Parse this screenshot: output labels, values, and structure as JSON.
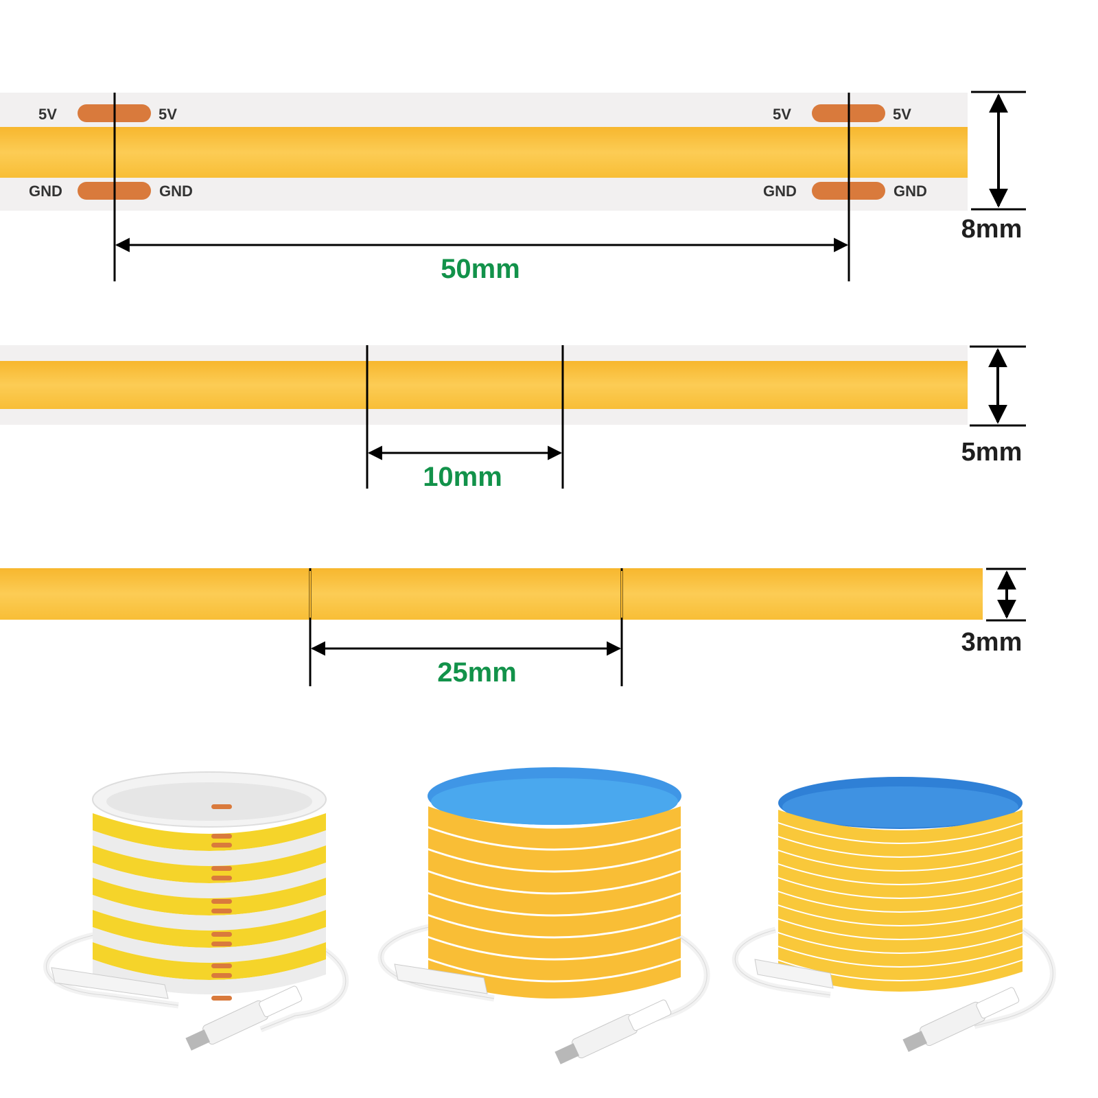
{
  "strip_8mm": {
    "pad_top_label": "5V",
    "pad_bottom_label": "GND",
    "width_label": "8mm",
    "cut_spacing_label": "50mm"
  },
  "strip_5mm": {
    "width_label": "5mm",
    "cut_spacing_label": "10mm"
  },
  "strip_3mm": {
    "width_label": "3mm",
    "cut_spacing_label": "25mm"
  },
  "colors": {
    "led_yellow": "#fbc23c",
    "pcb_white": "#f2f0f0",
    "copper_pad": "#d97a3c",
    "spacing_text_green": "#12924a",
    "reel_backing_blue": "#3f8fe0"
  },
  "product_reels": [
    {
      "name": "8mm-reel",
      "backing": "white",
      "connector": "DC barrel jack"
    },
    {
      "name": "5mm-reel",
      "backing": "blue",
      "connector": "DC barrel jack"
    },
    {
      "name": "3mm-reel",
      "backing": "blue",
      "connector": "DC barrel jack"
    }
  ]
}
